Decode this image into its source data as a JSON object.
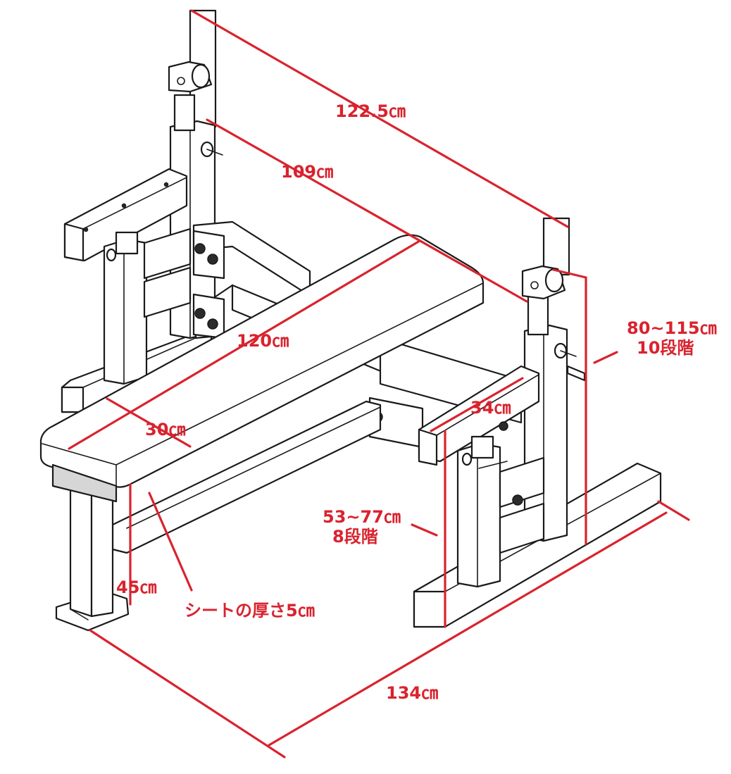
{
  "dimensions": {
    "upright_width": "122.5㎝",
    "inner_width": "109㎝",
    "bench_length": "120㎝",
    "bench_width": "30㎝",
    "rack_depth": "34㎝",
    "upright_height": "80~115㎝",
    "upright_steps": "10段階",
    "safety_height": "53~77㎝",
    "safety_steps": "8段階",
    "bench_height": "45㎝",
    "seat_thickness": "シートの厚さ5㎝",
    "base_length": "134㎝"
  },
  "colors": {
    "dimension": "#d9232e",
    "line": "#1a1a1a",
    "fill": "#ffffff"
  }
}
